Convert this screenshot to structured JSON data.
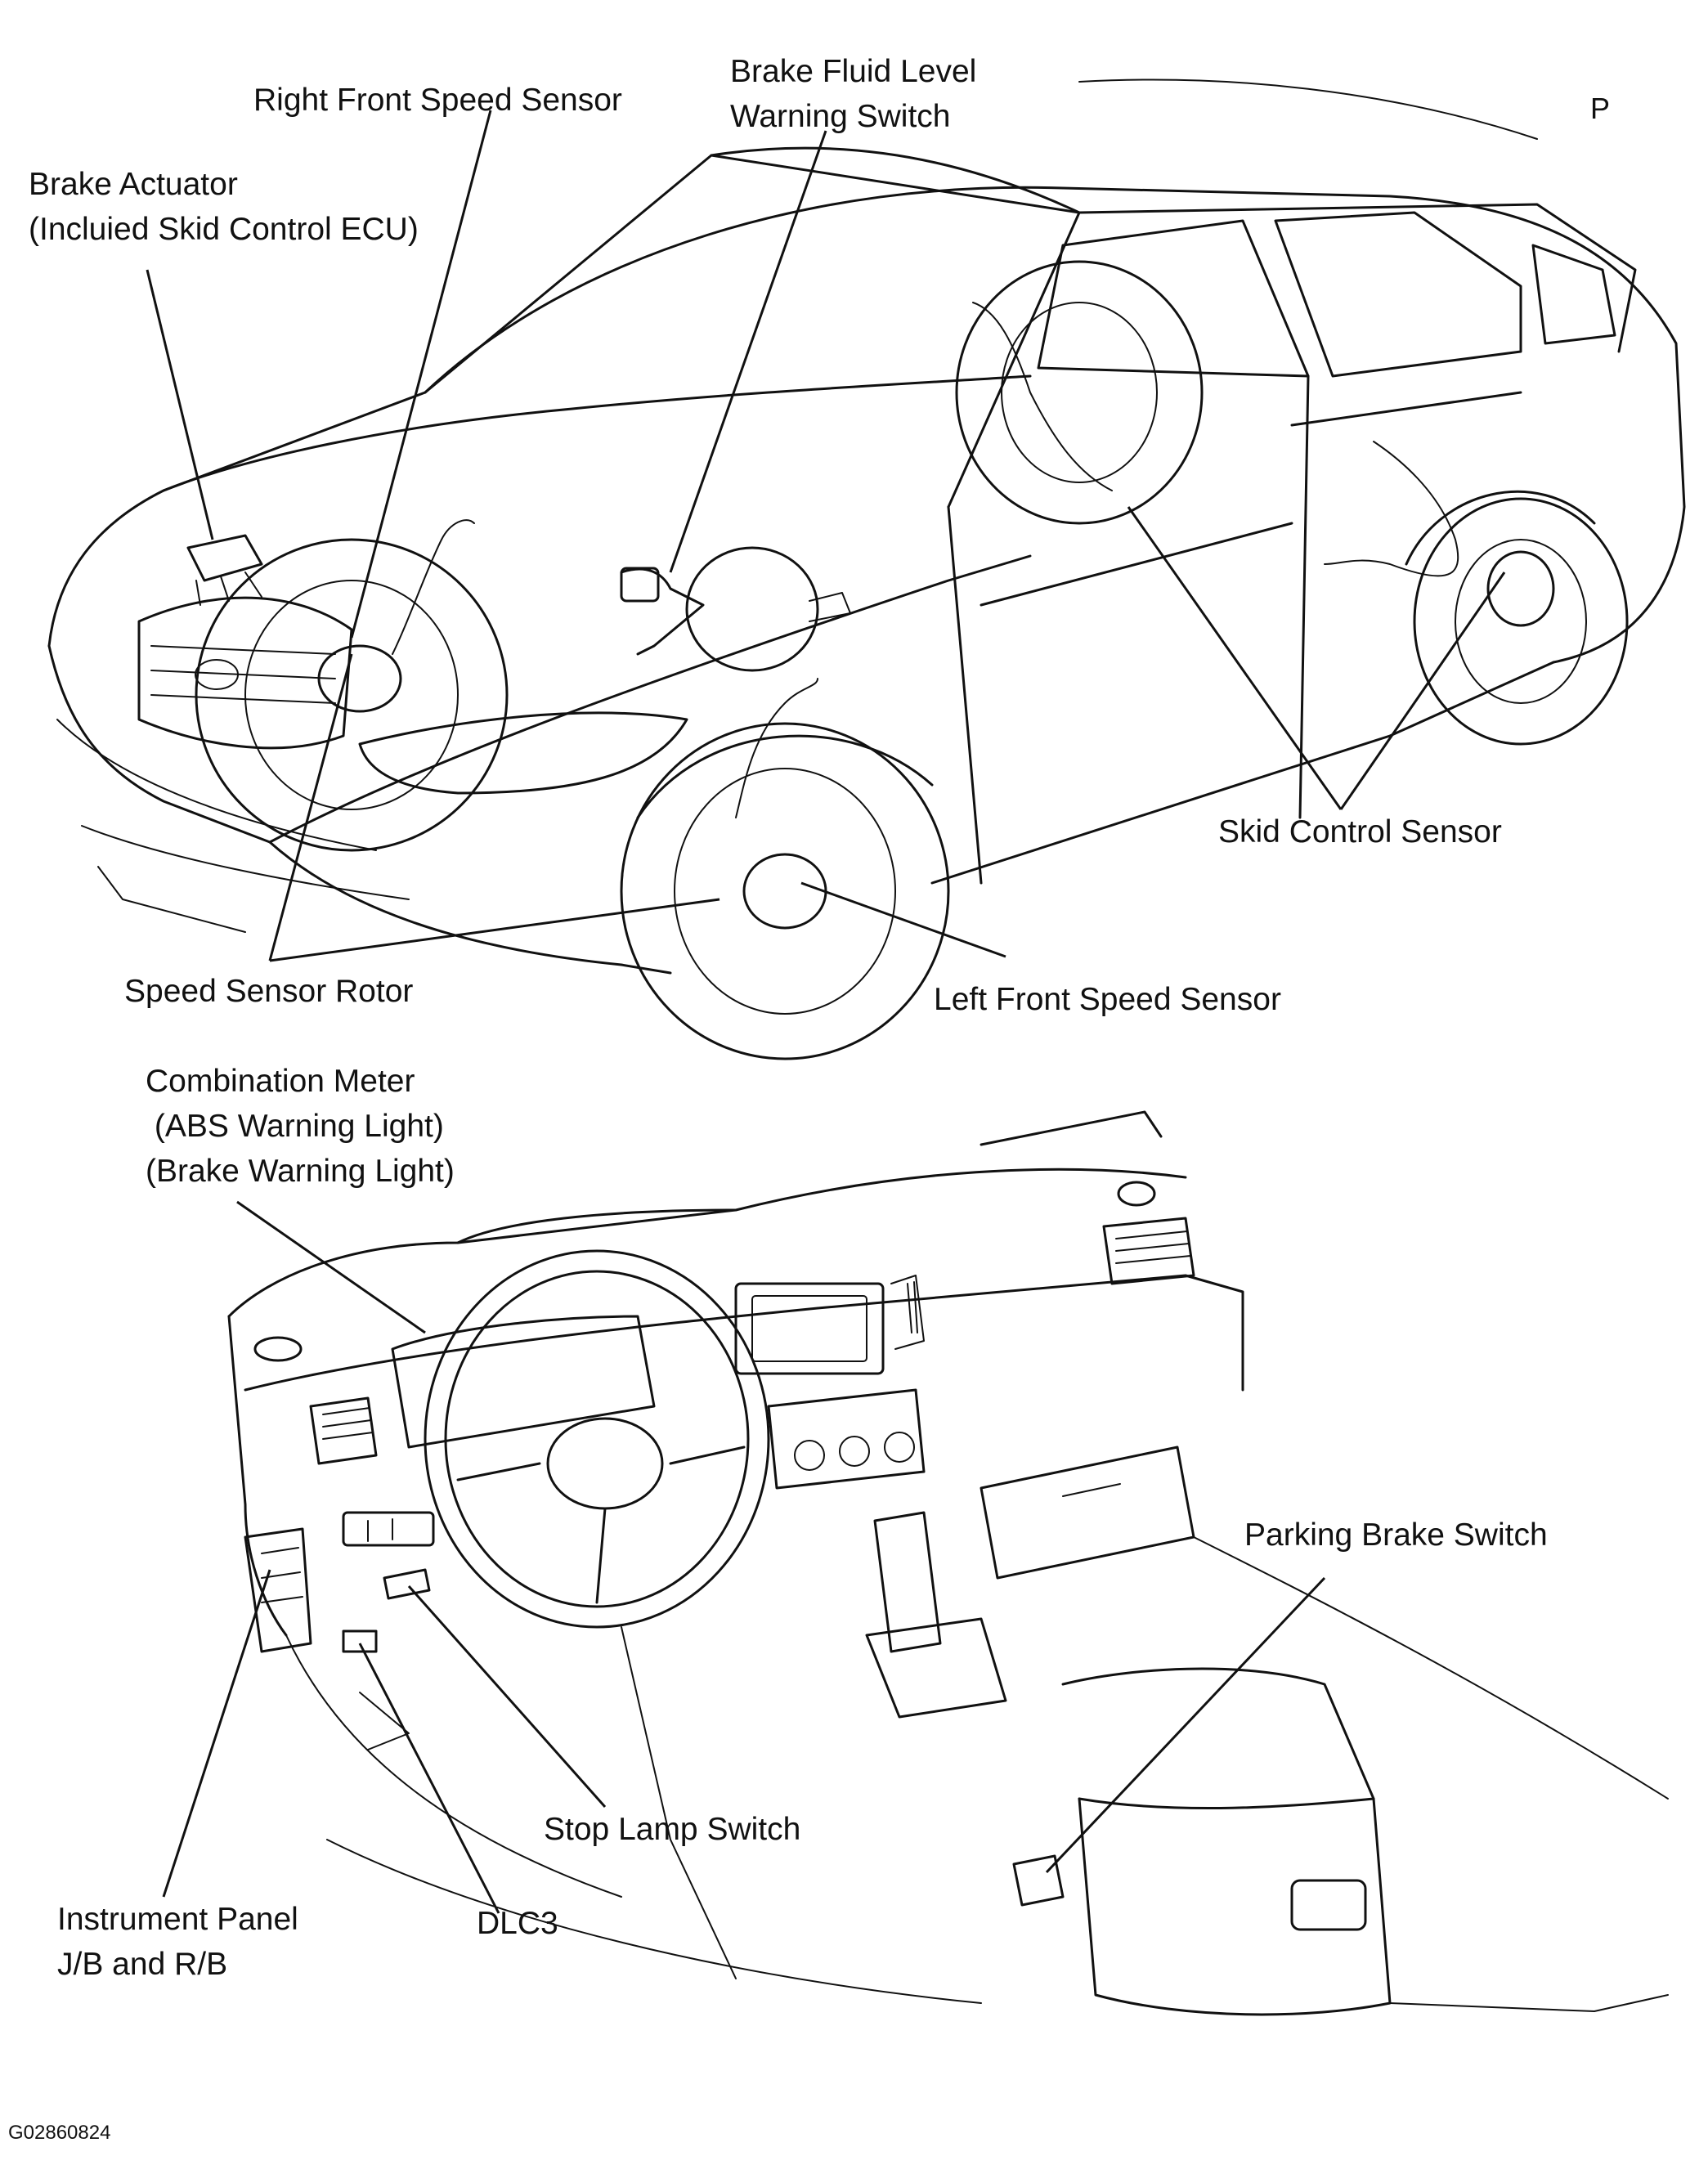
{
  "page_marker": "P",
  "figure_code": "G02860824",
  "labels": {
    "brake_fluid_level_warning_switch": [
      "Brake Fluid Level",
      "Warning Switch"
    ],
    "right_front_speed_sensor": "Right Front Speed Sensor",
    "brake_actuator": [
      "Brake Actuator",
      "(Incluied Skid Control ECU)"
    ],
    "skid_control_sensor": "Skid Control Sensor",
    "speed_sensor_rotor": "Speed Sensor Rotor",
    "left_front_speed_sensor": "Left Front Speed Sensor",
    "combination_meter": [
      "Combination Meter",
      " (ABS Warning Light)",
      "(Brake Warning Light)"
    ],
    "parking_brake_switch": "Parking Brake Switch",
    "stop_lamp_switch": "Stop Lamp Switch",
    "instrument_panel_jb_rb": [
      "Instrument Panel",
      "J/B and R/B"
    ],
    "dlc3": "DLC3"
  }
}
